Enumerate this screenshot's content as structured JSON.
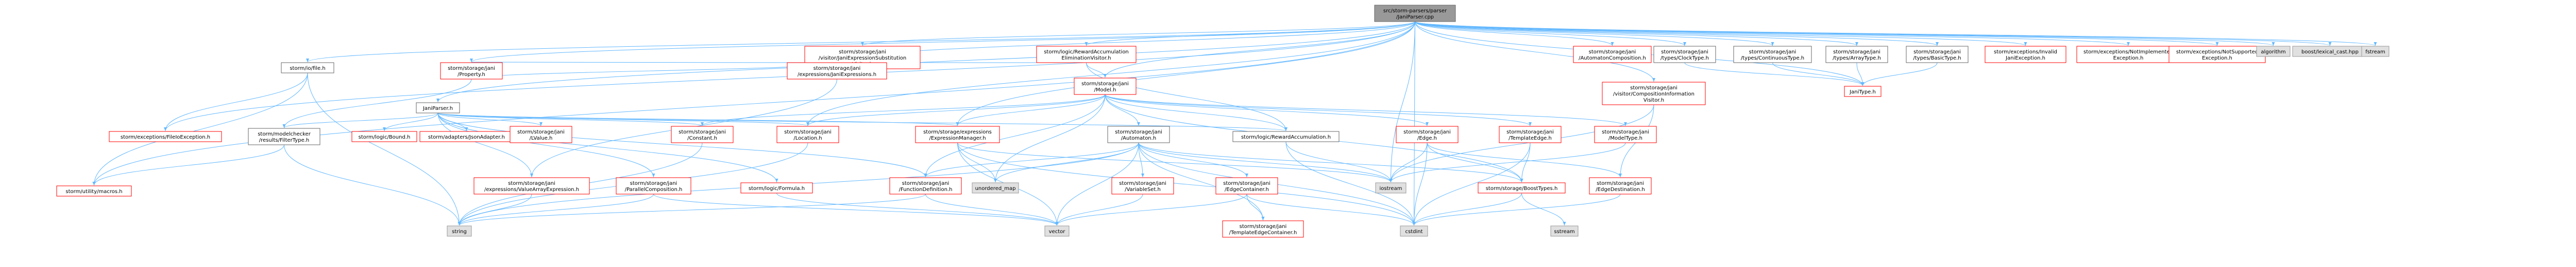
{
  "colors": {
    "background": "#ffffff",
    "edge": "#63b8ff",
    "root_fill": "#999999",
    "root_border": "#666666",
    "linked_fill": "#ffffff",
    "linked_border": "#ff0000",
    "documented_border": "#666666",
    "external_fill": "#e0e0e0",
    "external_border": "#999999"
  },
  "nodes": [
    {
      "id": "root",
      "lines": [
        "src/storm-parsers/parser",
        "/JaniParser.cpp"
      ],
      "kind": "root"
    },
    {
      "id": "jp_subst",
      "lines": [
        "storm/storage/jani",
        "/visitor/JaniExpressionSubstitution",
        "Visitor.h"
      ],
      "kind": "linked"
    },
    {
      "id": "rae_visitor",
      "lines": [
        "storm/logic/RewardAccumulation",
        "EliminationVisitor.h"
      ],
      "kind": "linked"
    },
    {
      "id": "automaton_comp",
      "lines": [
        "storm/storage/jani",
        "/AutomatonComposition.h"
      ],
      "kind": "linked"
    },
    {
      "id": "clocktype",
      "lines": [
        "storm/storage/jani",
        "/types/ClockType.h"
      ],
      "kind": "documented"
    },
    {
      "id": "continuoustype",
      "lines": [
        "storm/storage/jani",
        "/types/ContinuousType.h"
      ],
      "kind": "documented"
    },
    {
      "id": "arraytype",
      "lines": [
        "storm/storage/jani",
        "/types/ArrayType.h"
      ],
      "kind": "documented"
    },
    {
      "id": "basictype",
      "lines": [
        "storm/storage/jani",
        "/types/BasicType.h"
      ],
      "kind": "documented"
    },
    {
      "id": "invalidjani",
      "lines": [
        "storm/exceptions/Invalid",
        "JaniException.h"
      ],
      "kind": "linked"
    },
    {
      "id": "notimpl",
      "lines": [
        "storm/exceptions/NotImplemented",
        "Exception.h"
      ],
      "kind": "linked"
    },
    {
      "id": "notsupported",
      "lines": [
        "storm/exceptions/NotSupported",
        "Exception.h"
      ],
      "kind": "linked"
    },
    {
      "id": "algorithm",
      "lines": [
        "algorithm"
      ],
      "kind": "external"
    },
    {
      "id": "lexical_cast",
      "lines": [
        "boost/lexical_cast.hpp"
      ],
      "kind": "external"
    },
    {
      "id": "fstream",
      "lines": [
        "fstream"
      ],
      "kind": "external"
    },
    {
      "id": "file",
      "lines": [
        "storm/io/file.h"
      ],
      "kind": "documented"
    },
    {
      "id": "property",
      "lines": [
        "storm/storage/jani",
        "/Property.h"
      ],
      "kind": "linked"
    },
    {
      "id": "janiexpressions",
      "lines": [
        "storm/storage/jani",
        "/expressions/JaniExpressions.h"
      ],
      "kind": "linked"
    },
    {
      "id": "model",
      "lines": [
        "storm/storage/jani",
        "/Model.h"
      ],
      "kind": "linked"
    },
    {
      "id": "compinfo",
      "lines": [
        "storm/storage/jani",
        "/visitor/CompositionInformation",
        "Visitor.h"
      ],
      "kind": "linked"
    },
    {
      "id": "janitype",
      "lines": [
        "JaniType.h"
      ],
      "kind": "linked"
    },
    {
      "id": "janiparser_h",
      "lines": [
        "JaniParser.h"
      ],
      "kind": "documented"
    },
    {
      "id": "filteredexception",
      "lines": [
        "storm/exceptions/FileIoException.h"
      ],
      "kind": "linked"
    },
    {
      "id": "filtertype",
      "lines": [
        "storm/modelchecker",
        "/results/FilterType.h"
      ],
      "kind": "documented"
    },
    {
      "id": "bound",
      "lines": [
        "storm/logic/Bound.h"
      ],
      "kind": "linked"
    },
    {
      "id": "jsonadapter",
      "lines": [
        "storm/adapters/JsonAdapter.h"
      ],
      "kind": "linked"
    },
    {
      "id": "lvalue",
      "lines": [
        "storm/storage/jani",
        "/LValue.h"
      ],
      "kind": "linked"
    },
    {
      "id": "constant",
      "lines": [
        "storm/storage/jani",
        "/Constant.h"
      ],
      "kind": "linked"
    },
    {
      "id": "location",
      "lines": [
        "storm/storage/jani",
        "/Location.h"
      ],
      "kind": "linked"
    },
    {
      "id": "exprmanager",
      "lines": [
        "storm/storage/expressions",
        "/ExpressionManager.h"
      ],
      "kind": "linked"
    },
    {
      "id": "automaton",
      "lines": [
        "storm/storage/jani",
        "/Automaton.h"
      ],
      "kind": "documented"
    },
    {
      "id": "rewardacc",
      "lines": [
        "storm/logic/RewardAccumulation.h"
      ],
      "kind": "documented"
    },
    {
      "id": "edge",
      "lines": [
        "storm/storage/jani",
        "/Edge.h"
      ],
      "kind": "linked"
    },
    {
      "id": "templateedge",
      "lines": [
        "storm/storage/jani",
        "/TemplateEdge.h"
      ],
      "kind": "linked"
    },
    {
      "id": "modeltype",
      "lines": [
        "storm/storage/jani",
        "/ModelType.h"
      ],
      "kind": "linked"
    },
    {
      "id": "macros",
      "lines": [
        "storm/utility/macros.h"
      ],
      "kind": "linked"
    },
    {
      "id": "valuearrayexpr",
      "lines": [
        "storm/storage/jani",
        "/expressions/ValueArrayExpression.h"
      ],
      "kind": "linked"
    },
    {
      "id": "parallelcomp",
      "lines": [
        "storm/storage/jani",
        "/ParallelComposition.h"
      ],
      "kind": "linked"
    },
    {
      "id": "formula",
      "lines": [
        "storm/logic/Formula.h"
      ],
      "kind": "linked"
    },
    {
      "id": "funcdef",
      "lines": [
        "storm/storage/jani",
        "/FunctionDefinition.h"
      ],
      "kind": "linked"
    },
    {
      "id": "unordered_map",
      "lines": [
        "unordered_map"
      ],
      "kind": "external"
    },
    {
      "id": "variableset",
      "lines": [
        "storm/storage/jani",
        "/VariableSet.h"
      ],
      "kind": "linked"
    },
    {
      "id": "edgecontainer",
      "lines": [
        "storm/storage/jani",
        "/EdgeContainer.h"
      ],
      "kind": "linked"
    },
    {
      "id": "iostream",
      "lines": [
        "iostream"
      ],
      "kind": "external"
    },
    {
      "id": "boosttypes",
      "lines": [
        "storm/storage/BoostTypes.h"
      ],
      "kind": "linked"
    },
    {
      "id": "edgedest",
      "lines": [
        "storm/storage/jani",
        "/EdgeDestination.h"
      ],
      "kind": "linked"
    },
    {
      "id": "string",
      "lines": [
        "string"
      ],
      "kind": "external"
    },
    {
      "id": "vector",
      "lines": [
        "vector"
      ],
      "kind": "external"
    },
    {
      "id": "cstdint",
      "lines": [
        "cstdint"
      ],
      "kind": "external"
    },
    {
      "id": "templateedgecontainer",
      "lines": [
        "storm/storage/jani",
        "/TemplateEdgeContainer.h"
      ],
      "kind": "linked"
    },
    {
      "id": "sstream",
      "lines": [
        "sstream"
      ],
      "kind": "external"
    }
  ],
  "edges": [
    [
      "root",
      "jp_subst"
    ],
    [
      "root",
      "rae_visitor"
    ],
    [
      "root",
      "automaton_comp"
    ],
    [
      "root",
      "clocktype"
    ],
    [
      "root",
      "continuoustype"
    ],
    [
      "root",
      "arraytype"
    ],
    [
      "root",
      "basictype"
    ],
    [
      "root",
      "invalidjani"
    ],
    [
      "root",
      "notimpl"
    ],
    [
      "root",
      "notsupported"
    ],
    [
      "root",
      "algorithm"
    ],
    [
      "root",
      "lexical_cast"
    ],
    [
      "root",
      "fstream"
    ],
    [
      "root",
      "file"
    ],
    [
      "root",
      "property"
    ],
    [
      "root",
      "janiexpressions"
    ],
    [
      "root",
      "model"
    ],
    [
      "root",
      "compinfo"
    ],
    [
      "root",
      "janitype"
    ],
    [
      "root",
      "janiparser_h"
    ],
    [
      "root",
      "filteredexception"
    ],
    [
      "root",
      "location"
    ],
    [
      "root",
      "iostream"
    ],
    [
      "root",
      "cstdint"
    ],
    [
      "root",
      "macros"
    ],
    [
      "root",
      "exprmanager"
    ],
    [
      "jp_subst",
      "janiexpressions"
    ],
    [
      "rae_visitor",
      "model"
    ],
    [
      "rae_visitor",
      "rewardacc"
    ],
    [
      "rae_visitor",
      "property"
    ],
    [
      "clocktype",
      "janitype"
    ],
    [
      "continuoustype",
      "janitype"
    ],
    [
      "arraytype",
      "janitype"
    ],
    [
      "basictype",
      "janitype"
    ],
    [
      "file",
      "filteredexception"
    ],
    [
      "file",
      "macros"
    ],
    [
      "file",
      "string"
    ],
    [
      "property",
      "filtertype"
    ],
    [
      "property",
      "janiexpressions"
    ],
    [
      "janiexpressions",
      "valuearrayexpr"
    ],
    [
      "model",
      "automaton"
    ],
    [
      "model",
      "constant"
    ],
    [
      "model",
      "edge"
    ],
    [
      "model",
      "templateedge"
    ],
    [
      "model",
      "modeltype"
    ],
    [
      "model",
      "funcdef"
    ],
    [
      "model",
      "exprmanager"
    ],
    [
      "model",
      "rewardacc"
    ],
    [
      "model",
      "unordered_map"
    ],
    [
      "model",
      "boosttypes"
    ],
    [
      "model",
      "location"
    ],
    [
      "compinfo",
      "iostream"
    ],
    [
      "compinfo",
      "edgedest"
    ],
    [
      "janiparser_h",
      "bound"
    ],
    [
      "janiparser_h",
      "jsonadapter"
    ],
    [
      "janiparser_h",
      "lvalue"
    ],
    [
      "janiparser_h",
      "constant"
    ],
    [
      "janiparser_h",
      "formula"
    ],
    [
      "janiparser_h",
      "funcdef"
    ],
    [
      "janiparser_h",
      "parallelcomp"
    ],
    [
      "janiparser_h",
      "valuearrayexpr"
    ],
    [
      "janiparser_h",
      "rewardacc"
    ],
    [
      "janiparser_h",
      "filtertype"
    ],
    [
      "janiparser_h",
      "location"
    ],
    [
      "janiparser_h",
      "exprmanager"
    ],
    [
      "filtertype",
      "macros"
    ],
    [
      "filtertype",
      "string"
    ],
    [
      "constant",
      "string"
    ],
    [
      "location",
      "string"
    ],
    [
      "exprmanager",
      "unordered_map"
    ],
    [
      "exprmanager",
      "vector"
    ],
    [
      "exprmanager",
      "iostream"
    ],
    [
      "exprmanager",
      "cstdint"
    ],
    [
      "automaton",
      "variableset"
    ],
    [
      "automaton",
      "edgecontainer"
    ],
    [
      "automaton",
      "funcdef"
    ],
    [
      "automaton",
      "vector"
    ],
    [
      "automaton",
      "unordered_map"
    ],
    [
      "automaton",
      "cstdint"
    ],
    [
      "automaton",
      "iostream"
    ],
    [
      "automaton",
      "boosttypes"
    ],
    [
      "automaton",
      "templateedgecontainer"
    ],
    [
      "automaton",
      "string"
    ],
    [
      "rewardacc",
      "iostream"
    ],
    [
      "rewardacc",
      "cstdint"
    ],
    [
      "edge",
      "edgedest"
    ],
    [
      "edge",
      "boosttypes"
    ],
    [
      "edge",
      "iostream"
    ],
    [
      "edge",
      "cstdint"
    ],
    [
      "templateedge",
      "boosttypes"
    ],
    [
      "templateedge",
      "cstdint"
    ],
    [
      "modeltype",
      "iostream"
    ],
    [
      "valuearrayexpr",
      "string"
    ],
    [
      "parallelcomp",
      "string"
    ],
    [
      "parallelcomp",
      "vector"
    ],
    [
      "formula",
      "vector"
    ],
    [
      "funcdef",
      "vector"
    ],
    [
      "funcdef",
      "string"
    ],
    [
      "variableset",
      "vector"
    ],
    [
      "edgecontainer",
      "templateedgecontainer"
    ],
    [
      "edgecontainer",
      "vector"
    ],
    [
      "edgecontainer",
      "cstdint"
    ],
    [
      "boosttypes",
      "sstream"
    ],
    [
      "boosttypes",
      "cstdint"
    ],
    [
      "edgedest",
      "cstdint"
    ]
  ]
}
